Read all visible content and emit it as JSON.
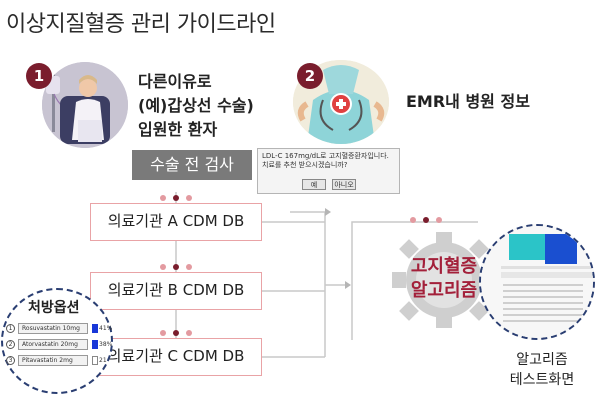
{
  "title": "이상지질혈증 관리 가이드라인",
  "step1": {
    "badge": "1",
    "lines": [
      "다른이유로",
      "(예)갑상선 수술)",
      "입원한 환자"
    ],
    "tag": "수술 전 검사"
  },
  "step2": {
    "badge": "2",
    "label": "EMR내 병원 정보"
  },
  "dialog": {
    "line1": "LDL-C 167mg/dL로 고지혈증환자입니다.",
    "line2": "치료를 추천 받으시겠습니까?",
    "yes": "예",
    "no": "아니오"
  },
  "databases": [
    "의료기관 A CDM DB",
    "의료기관 B CDM DB",
    "의료기관 C CDM DB"
  ],
  "algorithm": {
    "gear_line1": "고지혈증",
    "gear_line2": "알고리즘",
    "screen_lines": [
      "알고리즘",
      "테스트화면"
    ]
  },
  "prescription": {
    "title": "처방옵션",
    "options": [
      {
        "num": "1",
        "name": "Rosuvastatin 10mg",
        "pct": "41%"
      },
      {
        "num": "2",
        "name": "Atorvastatin 20mg",
        "pct": "38%"
      },
      {
        "num": "3",
        "name": "Pitavastatin 2mg",
        "pct": "21"
      }
    ]
  },
  "colors": {
    "badge": "#7a1d2d",
    "db_border": "#e9a3a6",
    "gear": "#cfcfcf",
    "gear_text": "#a3203a",
    "bar": "#1837d8"
  }
}
